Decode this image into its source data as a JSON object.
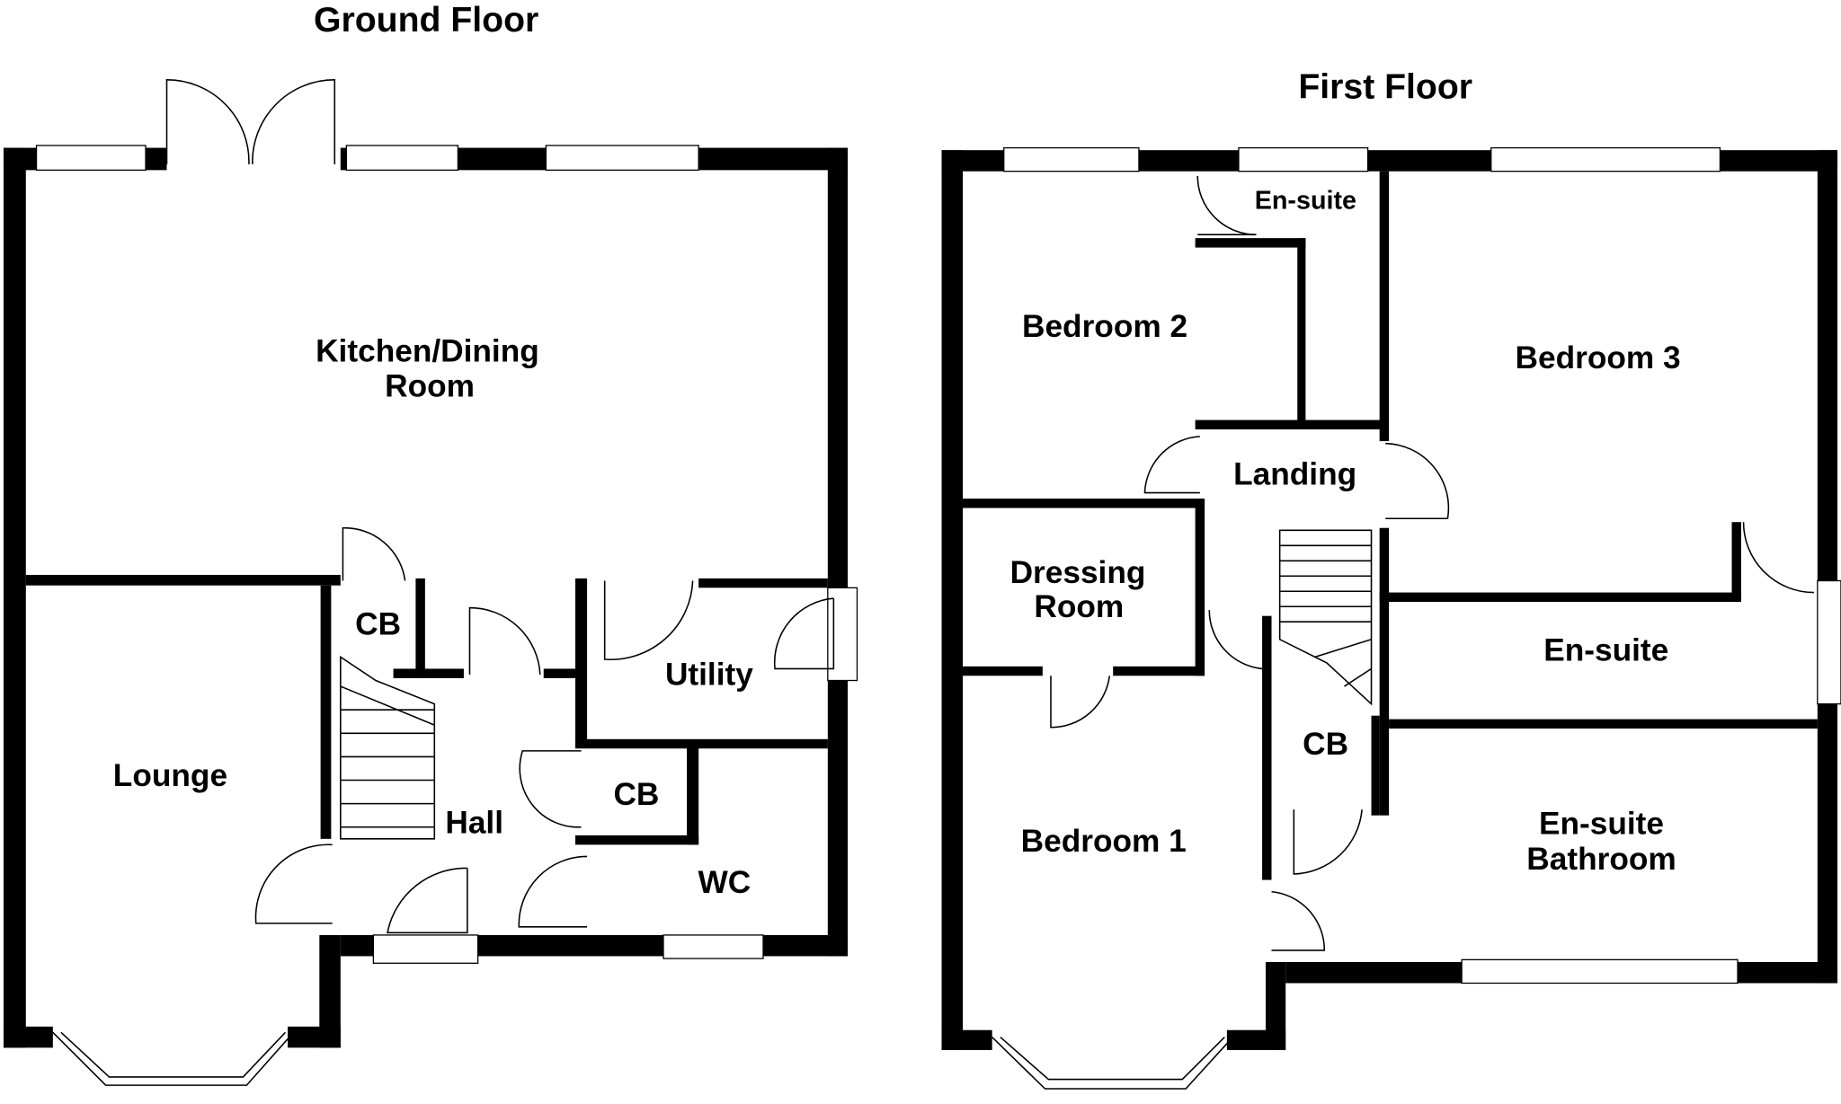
{
  "ground_floor": {
    "title": "Ground Floor",
    "rooms": {
      "kitchen_line1": "Kitchen/Dining",
      "kitchen_line2": "Room",
      "lounge": "Lounge",
      "hall": "Hall",
      "cb1": "CB",
      "cb2": "CB",
      "utility": "Utility",
      "wc": "WC"
    }
  },
  "first_floor": {
    "title": "First Floor",
    "rooms": {
      "bedroom1": "Bedroom 1",
      "bedroom2": "Bedroom 2",
      "bedroom3": "Bedroom 3",
      "ensuite_small": "En-suite",
      "ensuite": "En-suite",
      "ensuite_bath_line1": "En-suite",
      "ensuite_bath_line2": "Bathroom",
      "dressing_line1": "Dressing",
      "dressing_line2": "Room",
      "landing": "Landing",
      "cb": "CB"
    }
  }
}
